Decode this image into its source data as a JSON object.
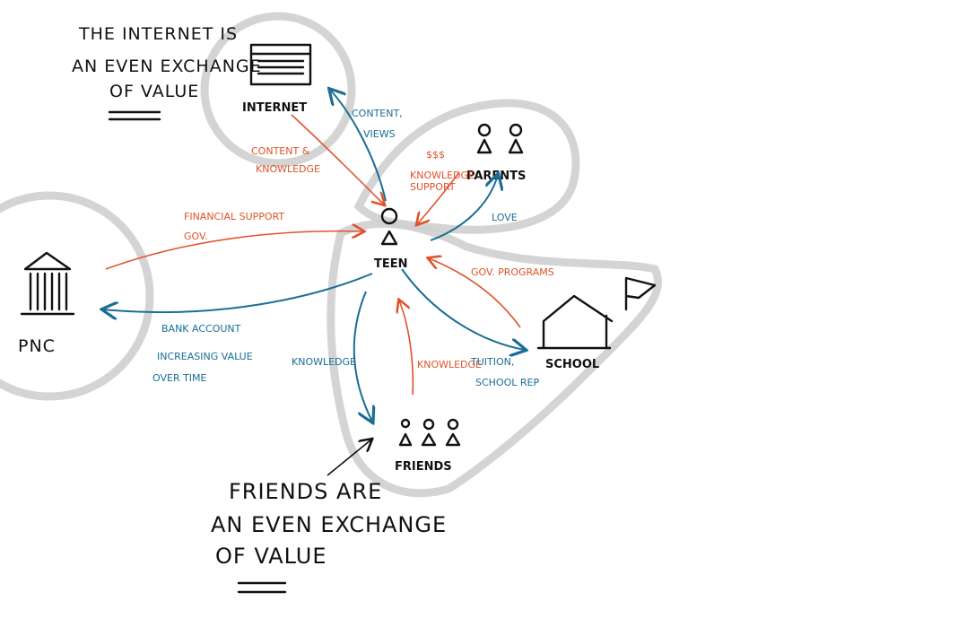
{
  "notes": {
    "internet_note": [
      "The Internet is",
      "an even exchange",
      "of value"
    ],
    "friends_note": [
      "Friends are",
      "an even exchange",
      "of value"
    ]
  },
  "nodes": {
    "internet": "Internet",
    "parents": "Parents",
    "teen": "Teen",
    "bank": "PNC",
    "school": "School",
    "friends": "Friends"
  },
  "edges": {
    "teen_to_internet": [
      "Content,",
      "views"
    ],
    "internet_to_teen": [
      "Content &",
      "knowledge"
    ],
    "parents_to_teen": [
      "$$$",
      "knowledge",
      "support"
    ],
    "teen_to_parents": "Love",
    "bank_to_teen": [
      "Financial support",
      "gov."
    ],
    "school_to_teen": "Gov. programs",
    "teen_to_bank": [
      "Bank account",
      "Increasing value",
      "over time"
    ],
    "teen_to_friends": "Knowledge",
    "friends_to_teen": "Knowledge",
    "teen_to_school": [
      "Tuition,",
      "school rep"
    ]
  },
  "colors": {
    "blue": "#1a6e95",
    "orange": "#e0522a",
    "blob": "#cfcfcf"
  }
}
